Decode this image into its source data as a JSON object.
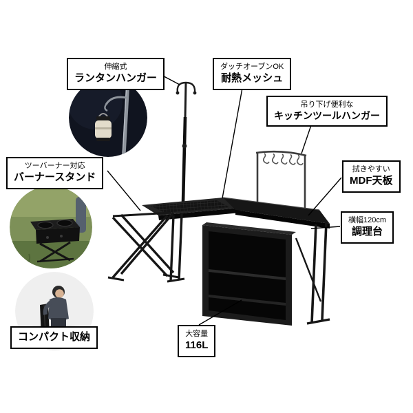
{
  "product_diagram": {
    "callouts": {
      "lantern_hanger": {
        "line1": "伸縮式",
        "line2": "ランタンハンガー"
      },
      "heat_mesh": {
        "line1": "ダッチオーブンOK",
        "line2": "耐熱メッシュ"
      },
      "tool_hanger": {
        "line1": "吊り下げ便利な",
        "line2": "キッチンツールハンガー"
      },
      "burner_stand": {
        "line1": "ツーバーナー対応",
        "line2": "バーナースタンド"
      },
      "mdf_top": {
        "line1": "拭きやすい",
        "line2": "MDF天板"
      },
      "cook_table": {
        "line1": "横幅120cm",
        "line2": "調理台"
      },
      "compact": {
        "label": "コンパクト収納"
      },
      "capacity": {
        "line1": "大容量",
        "line2": "116L"
      }
    },
    "colors": {
      "background": "#ffffff",
      "outline": "#000000",
      "product_black": "#141414",
      "grass_green": "#7d9058"
    }
  }
}
